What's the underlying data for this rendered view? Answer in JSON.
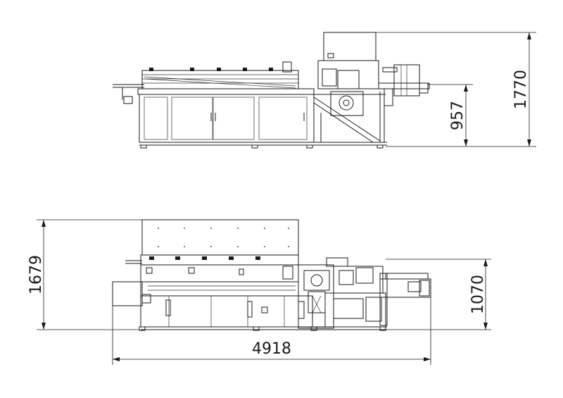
{
  "dimensions": {
    "side_height": "1770",
    "side_table_height": "957",
    "top_depth": "1679",
    "top_depth_right": "1070",
    "total_length": "4918"
  }
}
